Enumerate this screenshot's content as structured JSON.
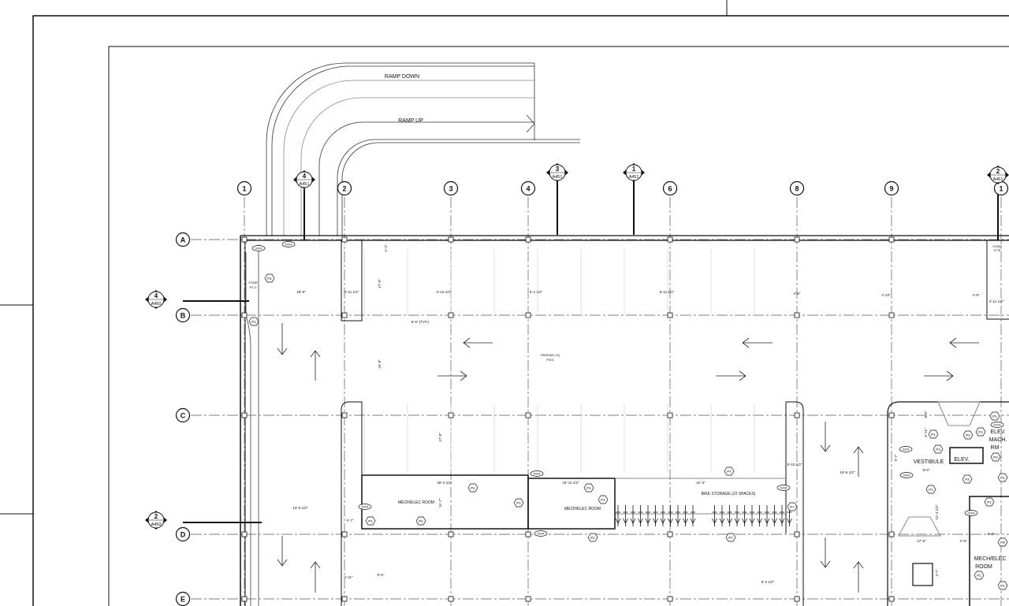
{
  "grid": {
    "columns": [
      "1",
      "2",
      "3",
      "4",
      "6",
      "8",
      "9",
      "1"
    ],
    "rows": [
      "A",
      "B",
      "C",
      "D",
      "E"
    ]
  },
  "section_markers": [
    {
      "num": "4",
      "sheet": "A451"
    },
    {
      "num": "3",
      "sheet": "A451"
    },
    {
      "num": "1",
      "sheet": "A451"
    },
    {
      "num": "2",
      "sheet": "A451"
    },
    {
      "num": "4",
      "sheet": "A450"
    },
    {
      "num": "2",
      "sheet": "A450"
    }
  ],
  "ramp": {
    "down": "RAMP DOWN",
    "up": "RAMP UP"
  },
  "rooms": [
    "MECH/ELEC ROOM",
    "MECH/ELEC ROOM",
    "BIKE STORAGE (22 SPACES)",
    "VESTIBULE",
    "ELEV.",
    "ELEV.",
    "MACH.",
    "RM",
    "MECH/ELEC",
    "ROOM",
    "PARKING (S)",
    "P001",
    "STAIR",
    "ST-B",
    "STAIR",
    "ST-C"
  ],
  "dimensions": [
    "18'-9\"",
    "4'-11 1/2\"",
    "4'-10 1/2\"",
    "5'-1 1/2\"",
    "5'-11 1/2\"",
    "4'-8\"",
    "4'-10\"",
    "4'-9\"",
    "4'-11 1/2\"",
    "8'-6\" (TYP.)",
    "17'-0\"",
    "19'-8\"",
    "1'-3\"",
    "39'-2 1/2\"",
    "19'-11 1/2\"",
    "41'-3\"",
    "19'-8 1/2\"",
    "4'-7\"",
    "11'-7\"",
    "17'-0\"",
    "4'-11\"",
    "8'-6\"",
    "5'-10 1/2\"",
    "19'-8 1/2\"",
    "6'-2 1/2\"",
    "8'-6\"",
    "17'-6\"",
    "2'-9\"",
    "9'-3\"",
    "12'-4 1/2\"",
    "9'-7\"",
    "8'-8\"",
    "6'-11\"",
    "4'-7\""
  ],
  "tags": [
    "P1",
    "P1",
    "P1",
    "P1",
    "P1",
    "P1",
    "P1",
    "P1",
    "P1",
    "P1",
    "P7",
    "P7",
    "P7",
    "P3",
    "P3",
    "P3",
    "P3",
    "P1",
    "P1",
    "P1",
    "P1",
    "P1",
    "P1",
    "P8",
    "P1"
  ],
  "doors": [
    "D004",
    "D004",
    "D004",
    "D004",
    "D004",
    "D004",
    "D004",
    "D004",
    "D004",
    "D004"
  ]
}
